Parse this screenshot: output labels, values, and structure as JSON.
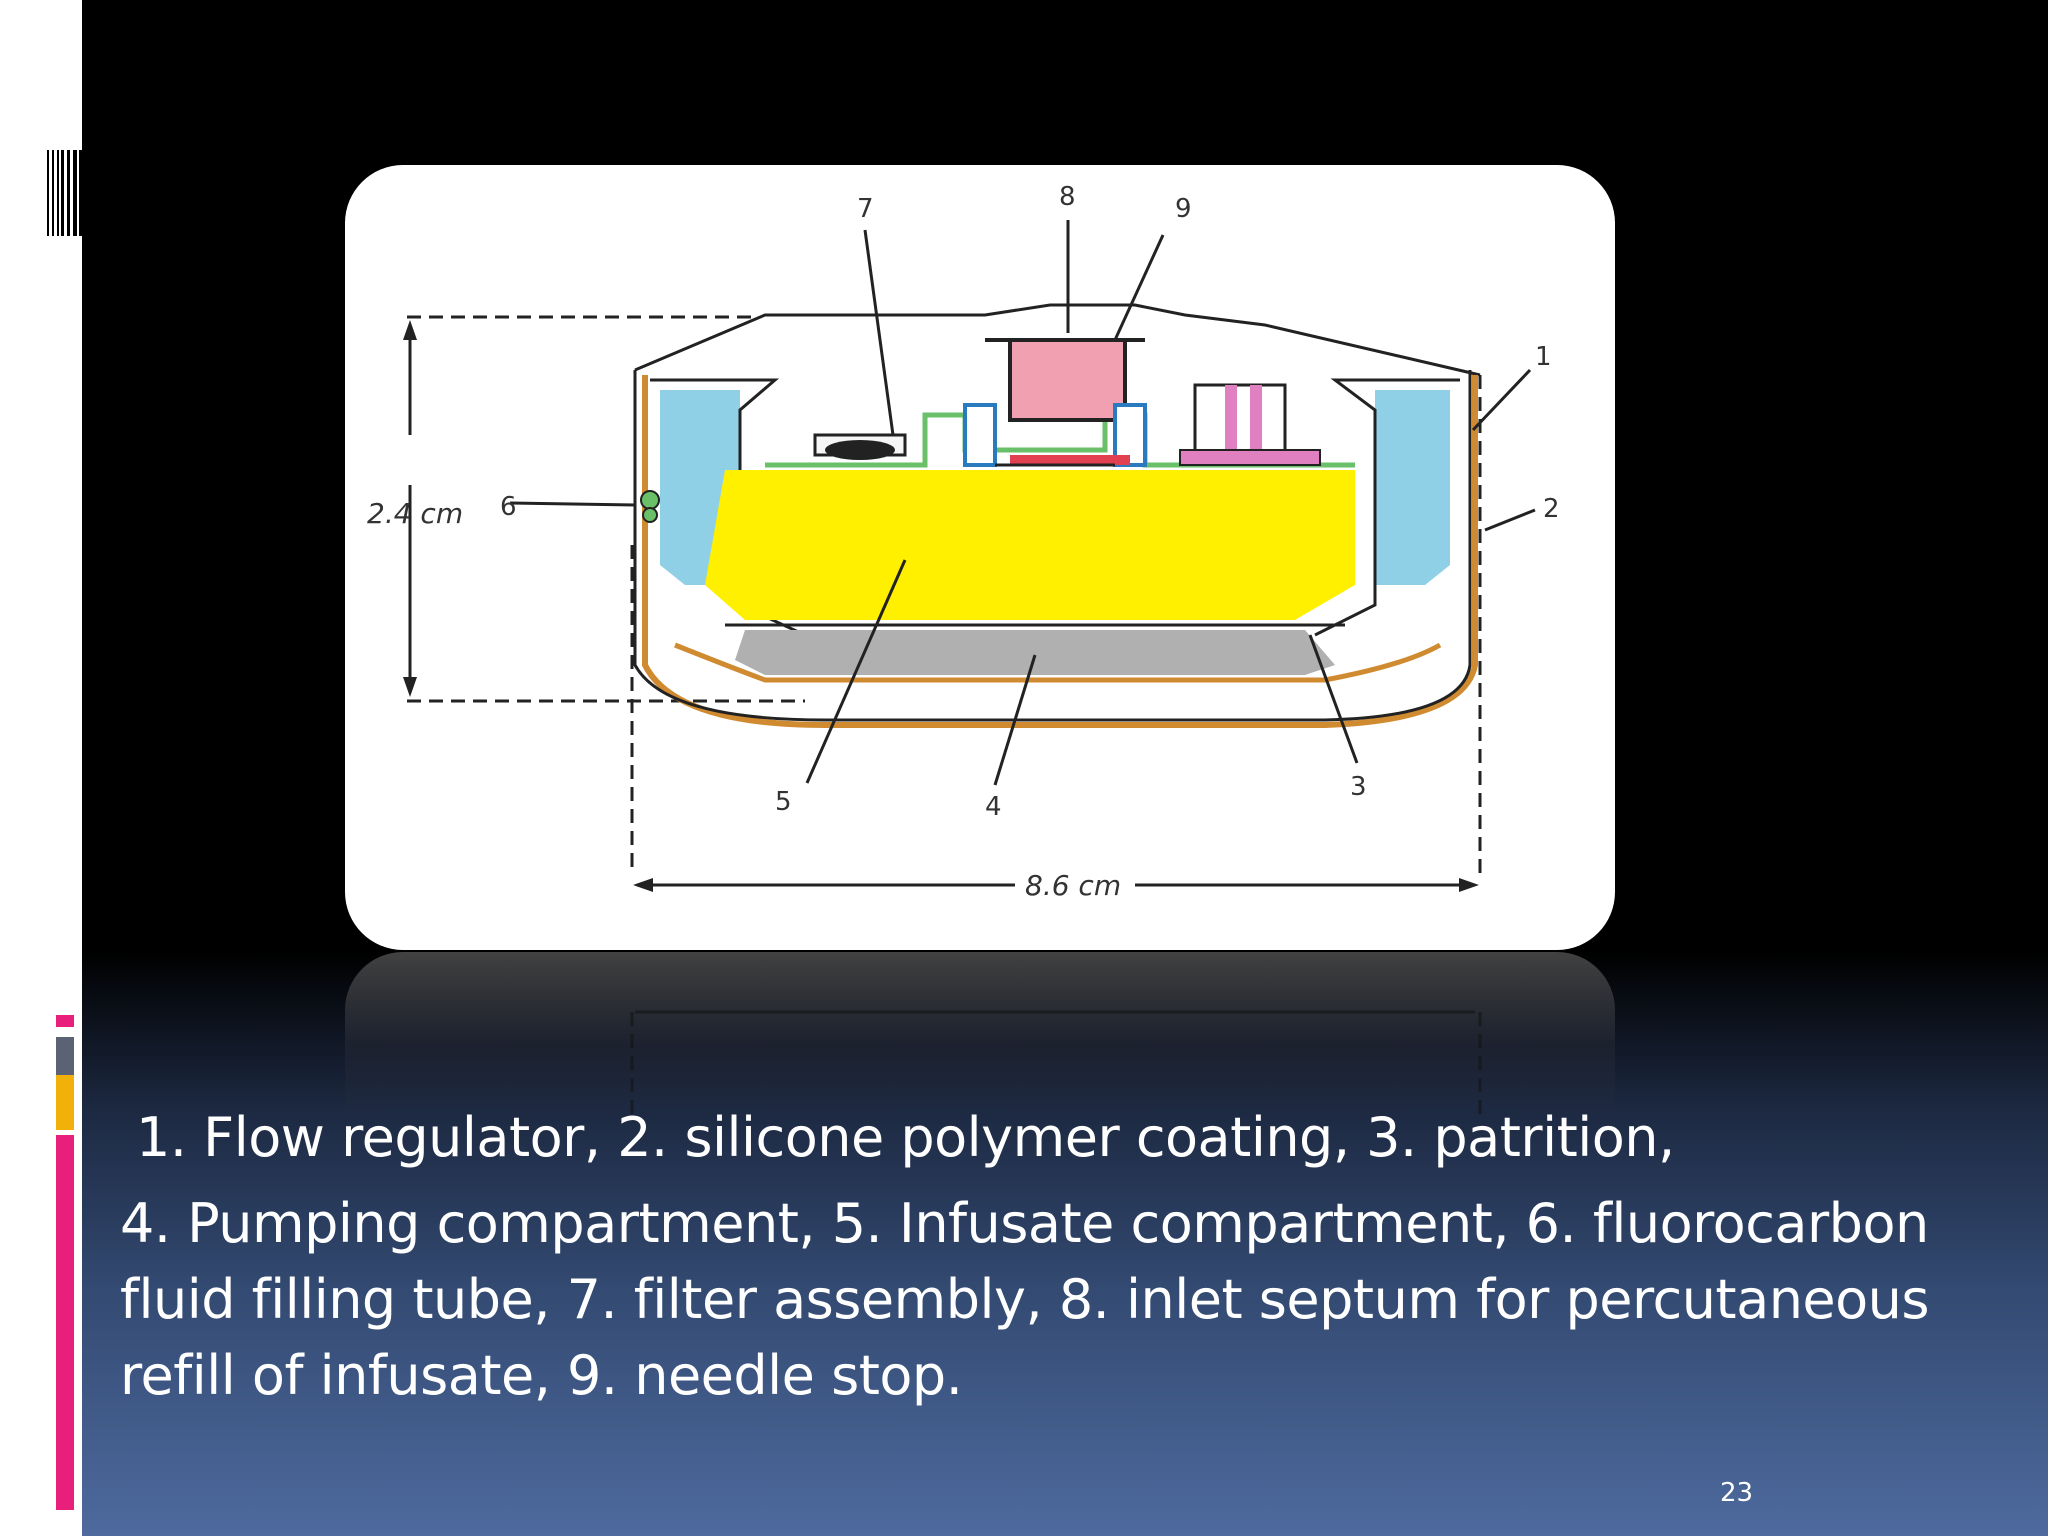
{
  "figure": {
    "callouts": [
      "1",
      "2",
      "3",
      "4",
      "5",
      "6",
      "7",
      "8",
      "9"
    ],
    "height_label": "2.4 cm",
    "width_label": "8.6 cm"
  },
  "caption": {
    "line1": "1. Flow regulator, 2. silicone polymer coating, 3. patrition,",
    "body": "4. Pumping compartment, 5. Infusate compartment, 6. fluorocarbon fluid filling tube, 7. filter assembly, 8. inlet septum for percutaneous refill of infusate, 9. needle stop."
  },
  "slide_number": "23",
  "colors": {
    "accent_pink": "#e8207c",
    "accent_gold": "#f2b10a",
    "accent_slate": "#5b6274",
    "infusate_yellow": "#fff000",
    "pumping_gray": "#b0b0b0",
    "chamber_blue": "#8fd0e6",
    "septum_pink": "#f0a0b0"
  }
}
